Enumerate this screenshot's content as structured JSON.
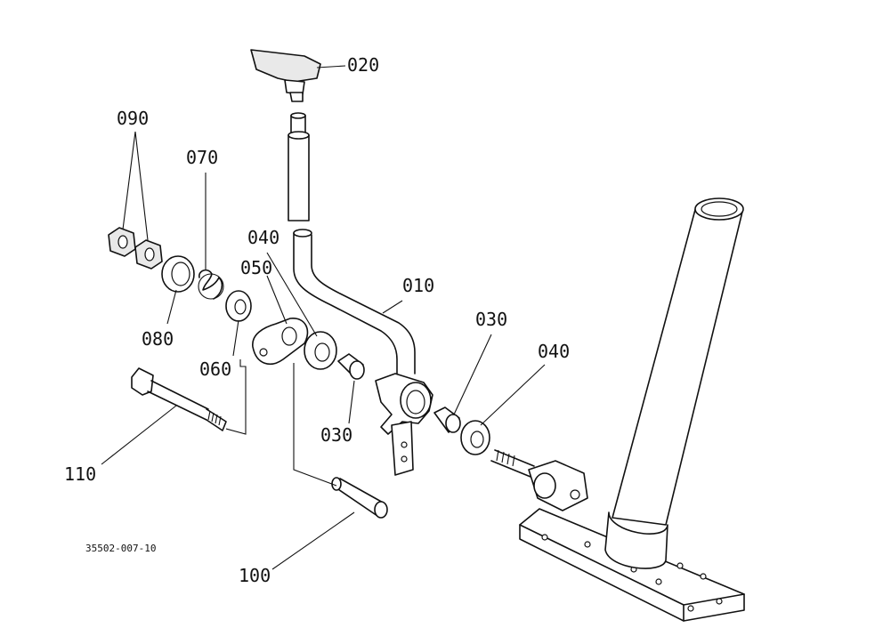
{
  "diagram": {
    "reference_code": "35502-007-10",
    "callouts": [
      {
        "id": "020",
        "label": "020"
      },
      {
        "id": "090",
        "label": "090"
      },
      {
        "id": "070",
        "label": "070"
      },
      {
        "id": "040a",
        "label": "040"
      },
      {
        "id": "050",
        "label": "050"
      },
      {
        "id": "010",
        "label": "010"
      },
      {
        "id": "030a",
        "label": "030"
      },
      {
        "id": "040b",
        "label": "040"
      },
      {
        "id": "080",
        "label": "080"
      },
      {
        "id": "060",
        "label": "060"
      },
      {
        "id": "030b",
        "label": "030"
      },
      {
        "id": "110",
        "label": "110"
      },
      {
        "id": "100",
        "label": "100"
      }
    ]
  }
}
